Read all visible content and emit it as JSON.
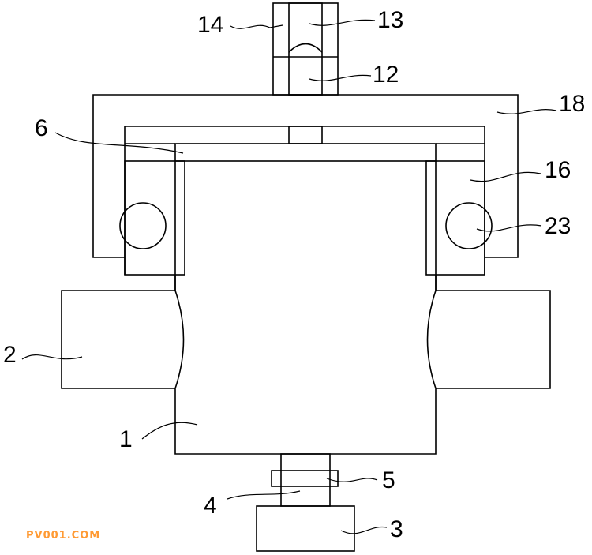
{
  "labels": {
    "l1": "1",
    "l2": "2",
    "l3": "3",
    "l4": "4",
    "l5": "5",
    "l6": "6",
    "l12": "12",
    "l13": "13",
    "l14": "14",
    "l16": "16",
    "l18": "18",
    "l23": "23"
  },
  "watermark": "PV001.COM",
  "colors": {
    "line": "#000000",
    "background": "#ffffff",
    "watermark": "#ff9a33"
  }
}
